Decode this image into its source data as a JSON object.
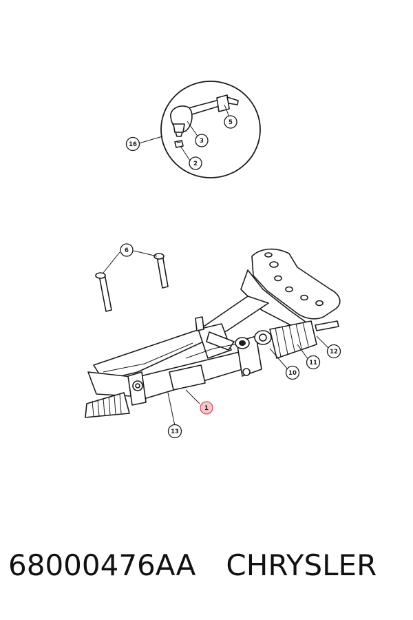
{
  "callouts": [
    {
      "id": "c1",
      "label": "1",
      "highlight": true
    },
    {
      "id": "c2",
      "label": "2"
    },
    {
      "id": "c3",
      "label": "3"
    },
    {
      "id": "c5",
      "label": "5"
    },
    {
      "id": "c6",
      "label": "6"
    },
    {
      "id": "c10",
      "label": "10"
    },
    {
      "id": "c11",
      "label": "11"
    },
    {
      "id": "c12",
      "label": "12"
    },
    {
      "id": "c13",
      "label": "13"
    },
    {
      "id": "c16",
      "label": "16"
    }
  ],
  "caption": {
    "part_number": "68000476AA",
    "brand": "CHRYSLER"
  },
  "colors": {
    "ink": "#1a1a1a",
    "highlight_fill": "#f4c6cc",
    "highlight_stroke": "#d9536a"
  }
}
